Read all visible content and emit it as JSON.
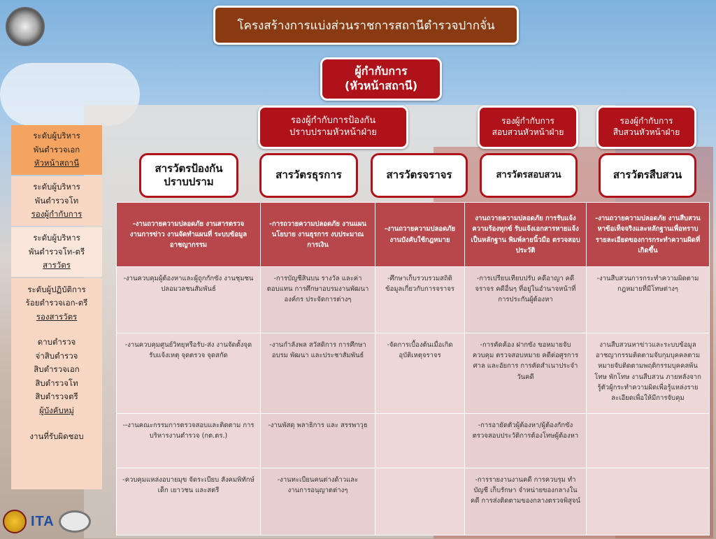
{
  "title": "โครงสร้างการแบ่งส่วนราชการสถานีตำรวจปากจั่น",
  "chief": {
    "line1": "ผู้กำกับการ",
    "line2": "(หัวหน้าสถานี)"
  },
  "deputies": [
    {
      "line1": "รองผู้กำกับการป้องกัน",
      "line2": "ปราบปรามหัวหน้าฝ่าย"
    },
    {
      "line1": "รองผู้กำกับการ",
      "line2": "สอบสวนหัวหน้าฝ่าย"
    },
    {
      "line1": "รองผู้กำกับการ",
      "line2": "สืบสวนหัวหน้าฝ่าย"
    }
  ],
  "inspectors": [
    {
      "line1": "สารวัตรป้องกัน",
      "line2": "ปราบปราม"
    },
    {
      "line1": "สารวัตรธุรการ",
      "line2": ""
    },
    {
      "line1": "สารวัตรจราจร",
      "line2": ""
    },
    {
      "line1": "สารวัตรสอบสวน",
      "line2": ""
    },
    {
      "line1": "สารวัตรสืบสวน",
      "line2": ""
    }
  ],
  "levels": [
    {
      "l1": "ระดับผู้บริหาร",
      "l2": "พันตำรวจเอก",
      "l3": "หัวหน้าสถานี",
      "color": "#f4a460"
    },
    {
      "l1": "ระดับผู้บริหาร",
      "l2": "พันตำรวจโท",
      "l3": "รองผู้กำกับการ",
      "color": "#f8d7c4"
    },
    {
      "l1": "ระดับผู้บริหาร",
      "l2": "พันตำรวจโท-ตรี",
      "l3": "สารวัตร",
      "color": "#fae6da"
    },
    {
      "l1": "ระดับผู้ปฏิบัติการ",
      "l2": "ร้อยตำรวจเอก-ตรี",
      "l3": "รองสารวัตร",
      "color": "#f8d7c4"
    },
    {
      "l1": "ดาบตำรวจ",
      "l2": "จ่าสิบตำรวจ",
      "l3": "สิบตำรวจเอก",
      "l4": "สิบตำรวจโท",
      "l5": "สิบตำรวจตรี",
      "l6": "ผู้บังคับหมู่",
      "l7": "งานที่รับผิดชอบ",
      "color": "#f8d7c4"
    }
  ],
  "table": {
    "header": [
      "-งานถวายความปลอดภัย งานสารตรวจ งานการข่าว งานจัดทำแผนที่ ระบบข้อมูล อาชญากรรม",
      "-การถวายความปลอดภัย งานแผนนโยบาย งานธุรการ งบประมาณ การเงิน",
      "-งานถวายความปลอดภัย งานบังคับใช้กฎหมาย",
      "งานถวายความปลอดภัย การรับแจ้งความร้องทุกข์ รับแจ้งเอกสารหายแจ้งเป็นหลักฐาน พิมพ์ลายนิ้วมือ ตรวจสอบประวัติ",
      "-งานถวายความปลอดภัย งานสืบสวนหาข้อเท็จจริงและหลักฐานเพื่อทราบรายละเอียดของการกระทำความผิดที่เกิดขึ้น"
    ],
    "rows": [
      [
        "-งานควบคุมผู้ต้องหาและผู้ถูกกักขัง งานชุมชนปลอมวลชนสัมพันธ์",
        "-การบัญชีสินบน รางวัล และค่าตอบแทน การศึกษาอบรมงานพัฒนาองค์กร ประจัดการต่างๆ",
        "-ศึกษาเก็บรวบรวมสถิติข้อมูลเกี่ยวกับการจราจร",
        "-การเปรียบเทียบปรับ คดีอาญา คดีจราจร คดีอื่นๆ ที่อยู่ในอำนาจหน้าที่ การประกันผู้ต้องหา",
        "-งานสืบสวนการกระทำความผิดตามกฎหมายที่มีโทษต่างๆ"
      ],
      [
        "-งานควบคุมศูนย์วิทยุหรือรับ-ส่ง งานจัดตั้งจุดรับแจ้งเหตุ จุดตรวจ จุดสกัด",
        "-งานกำลังพล สวัสดิการ การศึกษาอบรม พัฒนา และประชาสัมพันธ์",
        "-จัดการเบื้องต้นเมื่อเกิดอุบัติเหตุจราจร",
        "-การคัดค้อง ฝากขัง ขอหมายจับ ควบคุม ตรวจสอบหมาย คดีต่อศูรการศาล และอัยการ การคัดสำเนาประจำวันคดี",
        "งานสืบสวนหาข่าวและระบบข้อมูล อาชญากรรมติดตามจับกุมบุคคลตามหมายจับติดตามพฤติกรรมบุคคลพ้นโทษ พักโทษ งานสืบสวน ภายหลังจากรู้ตัวผู้กระทำความผิดเพื่อรู้แหล่งรายละเอียดเพื่อให้มีการจับคุม"
      ],
      [
        "--งานคณะกรรมการตรวจสอบและติดตาม การบริหารงานตำรวจ (กต.ตร.)",
        "-งานพัสดุ พลาธิการ และ สรรพาวุธ",
        "",
        "-การอายัดตัวผู้ต้องหา/ผู้ต้องกักขัง ตรวจสอบประวัติการต้องโทษผู้ต้องหา",
        ""
      ],
      [
        "-ควบคุมแหล่งอบายมุข จัดระเบียบ สังคมพิทักษ์เด็ก เยาวชน และสตรี",
        "-งานทะเบียนคนต่างด้าวและงานการอนุญาตต่างๆ",
        "",
        "-การรายงานงานคดี การควบรุม ทำบัญชี เก็บรักษา จำหน่ายของกลางในคดี การส่งติดตามของกลางตรวจพิสูจน์",
        ""
      ]
    ]
  },
  "logo_text": "ITA",
  "colors": {
    "title_bg": "#8a3a10",
    "box_red": "#b0121a",
    "header_cell": "#b7474a",
    "cell": "#edd7d7"
  }
}
